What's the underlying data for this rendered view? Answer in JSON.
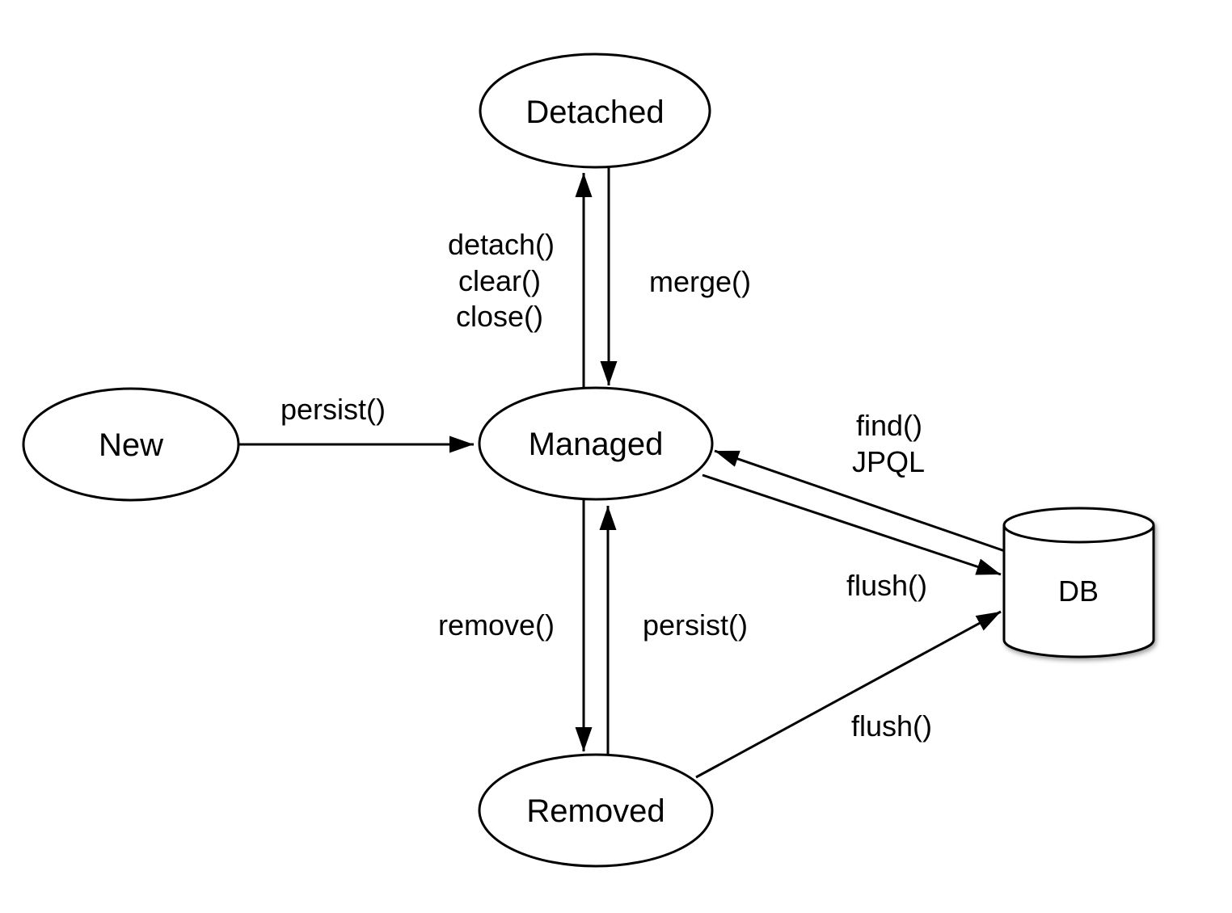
{
  "colors": {
    "stroke": "#000000",
    "text": "#000000",
    "background": "#ffffff"
  },
  "nodes": {
    "new": {
      "label": "New",
      "shape": "ellipse"
    },
    "detached": {
      "label": "Detached",
      "shape": "ellipse"
    },
    "managed": {
      "label": "Managed",
      "shape": "ellipse"
    },
    "removed": {
      "label": "Removed",
      "shape": "ellipse"
    },
    "db": {
      "label": "DB",
      "shape": "cylinder"
    }
  },
  "edges": [
    {
      "from": "new",
      "to": "managed",
      "label": "persist()"
    },
    {
      "from": "managed",
      "to": "detached",
      "labels": [
        "detach()",
        "clear()",
        "close()"
      ]
    },
    {
      "from": "detached",
      "to": "managed",
      "label": "merge()"
    },
    {
      "from": "db",
      "to": "managed",
      "labels": [
        "find()",
        "JPQL"
      ]
    },
    {
      "from": "managed",
      "to": "db",
      "label": "flush()"
    },
    {
      "from": "managed",
      "to": "removed",
      "label": "remove()"
    },
    {
      "from": "removed",
      "to": "managed",
      "label": "persist()"
    },
    {
      "from": "removed",
      "to": "db",
      "label": "flush()"
    }
  ]
}
